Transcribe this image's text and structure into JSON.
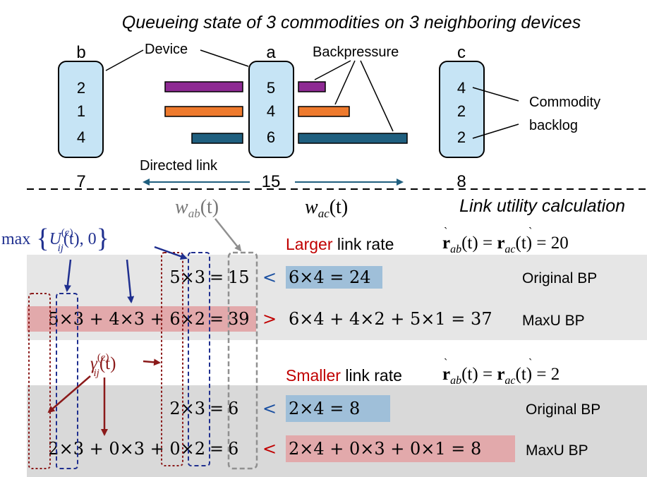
{
  "title": "Queueing state of 3 commodities on 3 neighboring devices",
  "devices": [
    {
      "name": "b",
      "queues": [
        "2",
        "1",
        "4"
      ],
      "total": "7"
    },
    {
      "name": "a",
      "queues": [
        "5",
        "4",
        "6"
      ],
      "total": "15"
    },
    {
      "name": "c",
      "queues": [
        "4",
        "2",
        "2"
      ],
      "total": "8"
    }
  ],
  "commodity_colors": [
    "#8e2a93",
    "#ee7a2d",
    "#1f5f7f"
  ],
  "labels": {
    "device": "Device",
    "backpressure": "Backpressure",
    "commodity_line1": "Commodity",
    "commodity_line2": "backlog",
    "directed_link": "Directed link"
  },
  "section2_title": "Link utility calculation",
  "weights": {
    "ab": "w",
    "ab_sub": "ab",
    "ac": "w",
    "ac_sub": "ac",
    "arg": "(t)"
  },
  "annotation_u": {
    "prefix": "max",
    "open": "{",
    "sym": "U",
    "sup": "(c)",
    "sub": "ij",
    "rest": "(t), 0",
    "close": "}"
  },
  "annotation_gamma": {
    "sym": "γ",
    "sup": "(c)",
    "sub": "ij",
    "rest": "(t)"
  },
  "scenarios": [
    {
      "rate_word": "Larger",
      "rate_rest": " link rate",
      "rate_eq": {
        "r": "r",
        "sub1": "ab",
        "mid": "(t) = ",
        "sub2": "ac",
        "end": "(t) = 20"
      },
      "rows": [
        {
          "lhs": "5×3",
          "eq": "=",
          "val": "15",
          "op": "<",
          "rhs": "6×4 = 24",
          "label": "Original BP"
        },
        {
          "lhs": "5×3 + 4×3 + 6×2",
          "eq": "=",
          "val": "39",
          "op": ">",
          "rhs": "6×4 + 4×2 + 5×1 = 37",
          "label": "MaxU BP"
        }
      ]
    },
    {
      "rate_word": "Smaller",
      "rate_rest": " link rate",
      "rate_eq": {
        "r": "r",
        "sub1": "ab",
        "mid": "(t) = ",
        "sub2": "ac",
        "end": "(t) = 2"
      },
      "rows": [
        {
          "lhs": "2×3",
          "eq": "=",
          "val": "6",
          "op": "<",
          "rhs": "2×4 = 8",
          "label": "Original BP"
        },
        {
          "lhs": "2×3 + 0×3 + 0×2",
          "eq": "=",
          "val": "6",
          "op": "<",
          "rhs": "2×4 + 0×3 + 0×1 = 8",
          "label": "MaxU BP"
        }
      ]
    }
  ],
  "colors": {
    "device_fill": "#c6e4f5",
    "arrow": "#1f5f7f",
    "highlight_blue": "#9fbfd9",
    "highlight_red": "#e2a9ab",
    "panel_grey": "#e6e6e6",
    "panel_grey_dark": "#d9d9d9",
    "accent_red": "#c00000",
    "accent_blue": "#1a4fa0",
    "annot_navy": "#1f2f8f",
    "annot_dark_red": "#8b1a1a",
    "annot_grey": "#909090"
  }
}
